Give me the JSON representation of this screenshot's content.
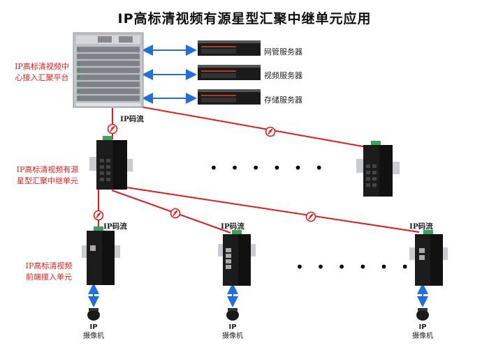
{
  "title": "IP高标清视频有源星型汇聚中继单元应用",
  "center_platform": {
    "label_line1": "IP高标清视频中",
    "label_line2": "心接入汇聚平台"
  },
  "servers": [
    {
      "label": "网管服务器"
    },
    {
      "label": "视频服务器"
    },
    {
      "label": "存储服务器"
    }
  ],
  "relay_unit": {
    "label_line1": "IP高标清视频有源",
    "label_line2": "星型汇聚中继单元"
  },
  "frontend_unit": {
    "label_line1": "IP高标清视频",
    "label_line2": "前端接入单元"
  },
  "stream_labels": {
    "top": "IP码流",
    "left": "IP码流",
    "middle": "IP码流",
    "right": "IP码流"
  },
  "ellipsis": {
    "upper": "• • • • • •",
    "lower": "• • • • • •"
  },
  "cameras": [
    {
      "line1": "IP",
      "line2": "摄像机"
    },
    {
      "line1": "IP",
      "line2": "摄像机"
    },
    {
      "line1": "IP",
      "line2": "摄像机"
    }
  ],
  "colors": {
    "link_red": "#e8191b",
    "arrow_blue": "#1f6fe0",
    "label_red": "#e0201a",
    "device_dark": "#1c1c1c",
    "chassis_gray": "#b9bcc2"
  }
}
